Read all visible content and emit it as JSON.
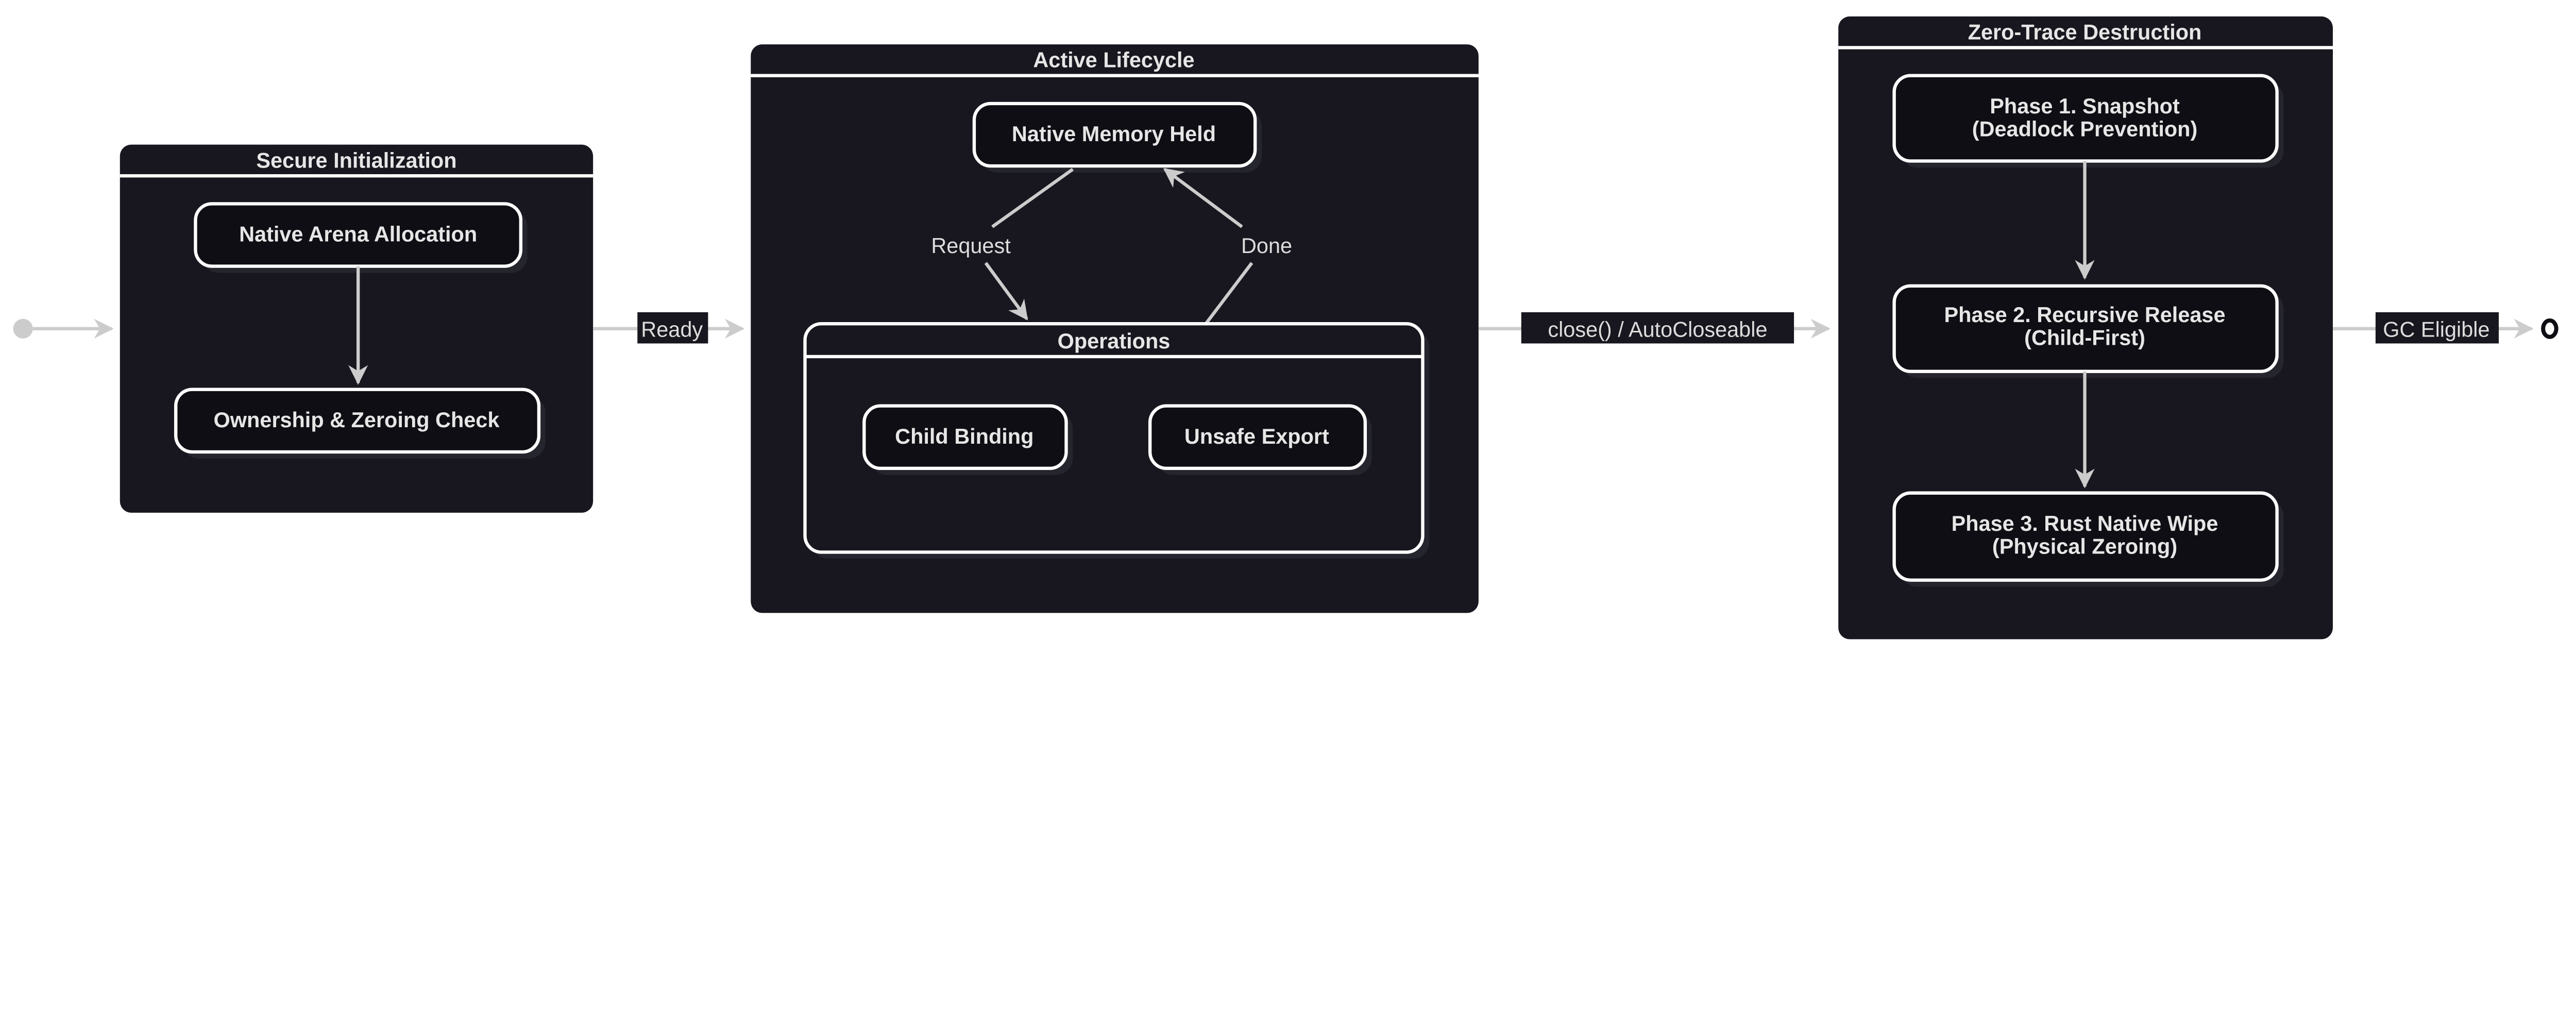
{
  "colors": {
    "cluster_fill": "#18171f",
    "node_fill": "#0e0e14",
    "node_stroke": "#ffffff",
    "edge": "#cccccc",
    "text": "#e6e6e6"
  },
  "clusters": {
    "init": {
      "title": "Secure Initialization",
      "nodes": [
        "Native Arena Allocation",
        "Ownership & Zeroing Check"
      ]
    },
    "active": {
      "title": "Active Lifecycle",
      "held": "Native Memory Held",
      "operations": {
        "title": "Operations",
        "nodes": [
          "Child Binding",
          "Unsafe Export"
        ]
      }
    },
    "destroy": {
      "title": "Zero-Trace Destruction",
      "nodes": [
        {
          "line1": "Phase 1. Snapshot",
          "line2": "(Deadlock Prevention)"
        },
        {
          "line1": "Phase 2. Recursive Release",
          "line2": "(Child-First)"
        },
        {
          "line1": "Phase 3. Rust Native Wipe",
          "line2": "(Physical Zeroing)"
        }
      ]
    }
  },
  "edges": {
    "ready": "Ready",
    "request": "Request",
    "done": "Done",
    "close": "close() / AutoCloseable",
    "gc": "GC Eligible"
  }
}
